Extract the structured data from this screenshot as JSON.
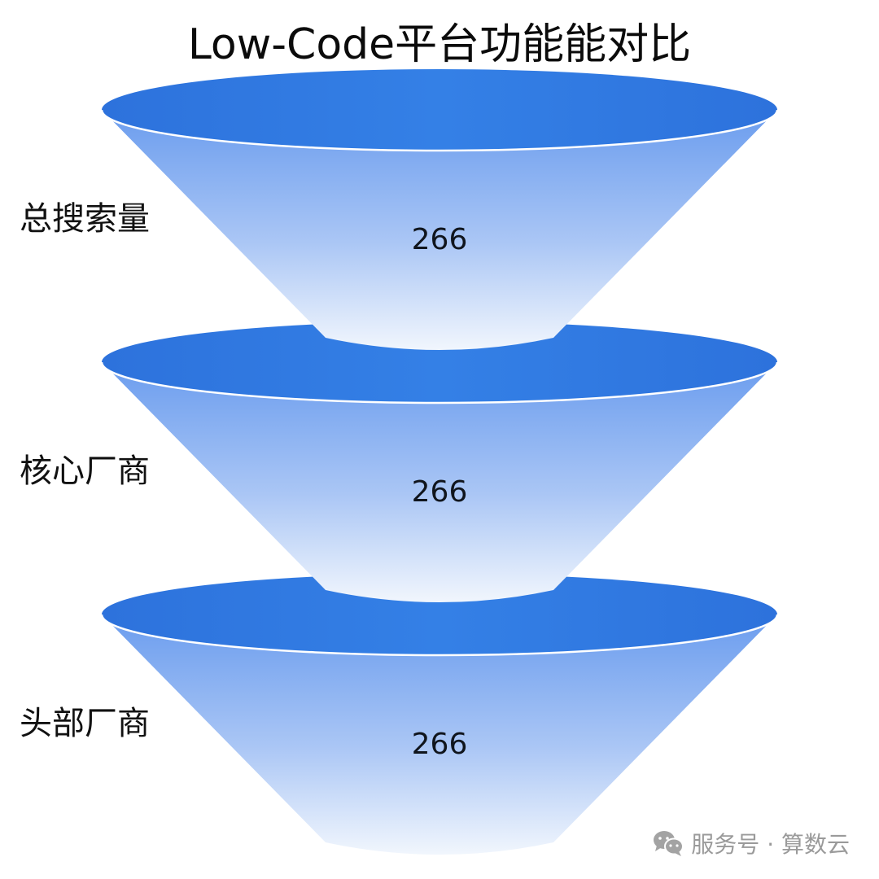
{
  "title": "Low-Code平台功能能对比",
  "stages": [
    {
      "label": "总搜索量",
      "value": "266"
    },
    {
      "label": "核心厂商",
      "value": "266"
    },
    {
      "label": "头部厂商",
      "value": "266"
    }
  ],
  "watermark": {
    "icon": "wechat-icon",
    "text": "服务号 · 算数云"
  },
  "colors": {
    "rim_top": "#2f78e2",
    "body_top": "#6ea0ef",
    "body_bottom": "#eef4fd",
    "rim_highlight": "#ffffff"
  },
  "chart_data": {
    "type": "funnel",
    "title": "Low-Code平台功能能对比",
    "categories": [
      "总搜索量",
      "核心厂商",
      "头部厂商"
    ],
    "values": [
      266,
      266,
      266
    ],
    "xlabel": "",
    "ylabel": "",
    "legend": "none",
    "grid": false,
    "style": "3D cone segments, blue gradient"
  }
}
